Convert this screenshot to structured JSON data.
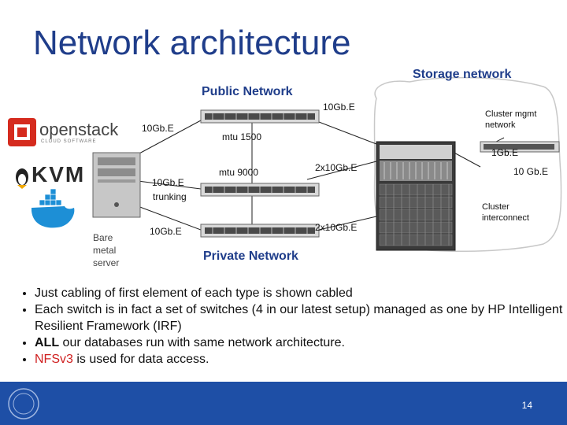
{
  "slide": {
    "title": "Network architecture",
    "page_number": "14"
  },
  "diagram": {
    "storage_network": "Storage network",
    "public_network": "Public Network",
    "private_network": "Private Network",
    "labels": {
      "gbe_public_switch": "10Gb.E",
      "gbe_server_top": "10Gb.E",
      "mtu_1500": "mtu 1500",
      "cluster_mgmt_network": "Cluster mgmt network",
      "gbe_1": "1Gb.E",
      "gbe_server_mid": "10Gb.E",
      "mtu_9000": "mtu 9000",
      "x10_upper": "2x10Gb.E",
      "gbe_10_right": "10 Gb.E",
      "trunking": "trunking",
      "bare_metal_server": "Bare metal server",
      "gbe_server_low": "10Gb.E",
      "x10_lower": "2x10Gb.E",
      "cluster_interconnect": "Cluster interconnect"
    },
    "logos": {
      "openstack": "openstack",
      "openstack_sub": "CLOUD SOFTWARE",
      "kvm": "KVM"
    }
  },
  "bullets": {
    "b1": "Just cabling of first element of each type is shown cabled",
    "b2": "Each switch is in fact a set of switches (4 in our latest setup) managed as one by HP Intelligent Resilient Framework (IRF)",
    "b3_strong": "ALL",
    "b3_rest": " our databases run with same network architecture.",
    "b4_red": "NFSv3",
    "b4_rest": " is used for data access."
  },
  "colors": {
    "title": "#1f3d8a",
    "footer": "#1e4fa6",
    "accent_red": "#d02020",
    "openstack_red": "#d52b1e"
  }
}
